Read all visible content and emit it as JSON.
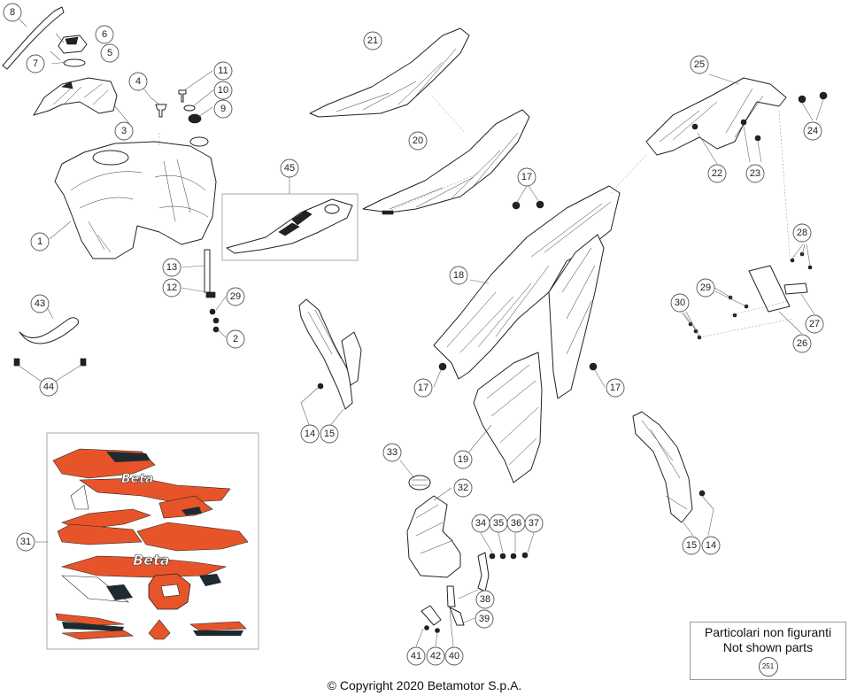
{
  "callouts": [
    {
      "label": "1"
    },
    {
      "label": "2"
    },
    {
      "label": "3"
    },
    {
      "label": "4"
    },
    {
      "label": "5"
    },
    {
      "label": "6"
    },
    {
      "label": "7"
    },
    {
      "label": "8"
    },
    {
      "label": "9"
    },
    {
      "label": "10"
    },
    {
      "label": "11"
    },
    {
      "label": "12"
    },
    {
      "label": "13"
    },
    {
      "label": "29"
    },
    {
      "label": "43"
    },
    {
      "label": "44"
    },
    {
      "label": "45"
    },
    {
      "label": "21"
    },
    {
      "label": "20"
    },
    {
      "label": "17"
    },
    {
      "label": "18"
    },
    {
      "label": "17"
    },
    {
      "label": "17"
    },
    {
      "label": "19"
    },
    {
      "label": "14"
    },
    {
      "label": "15"
    },
    {
      "label": "25"
    },
    {
      "label": "24"
    },
    {
      "label": "22"
    },
    {
      "label": "23"
    },
    {
      "label": "28"
    },
    {
      "label": "29"
    },
    {
      "label": "30"
    },
    {
      "label": "27"
    },
    {
      "label": "26"
    },
    {
      "label": "31"
    },
    {
      "label": "33"
    },
    {
      "label": "32"
    },
    {
      "label": "34"
    },
    {
      "label": "35"
    },
    {
      "label": "36"
    },
    {
      "label": "37"
    },
    {
      "label": "38"
    },
    {
      "label": "39"
    },
    {
      "label": "41"
    },
    {
      "label": "42"
    },
    {
      "label": "40"
    },
    {
      "label": "15"
    },
    {
      "label": "14"
    }
  ],
  "notice": {
    "line1": "Particolari non figuranti",
    "line2": "Not shown parts",
    "badge": "251"
  },
  "copyright": "© Copyright 2020 Betamotor S.p.A.",
  "decal_text": "Beta",
  "colors": {
    "decal_orange": "#e8542a",
    "decal_dark": "#1e2a30",
    "line": "#222222"
  }
}
